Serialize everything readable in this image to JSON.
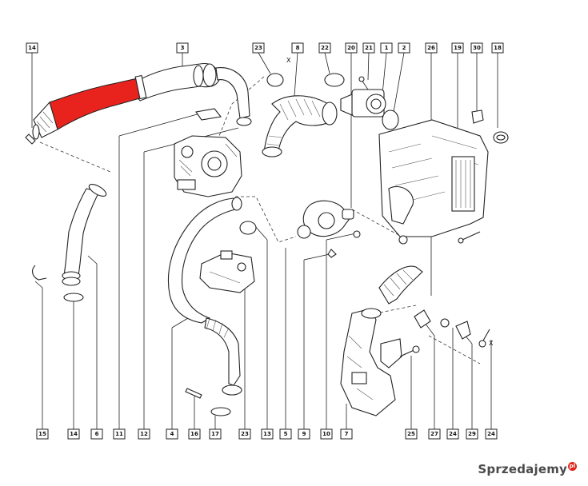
{
  "diagram": {
    "top_labels": [
      "14",
      "3",
      "23",
      "8",
      "22",
      "20",
      "21",
      "1",
      "2",
      "26",
      "19",
      "30",
      "18"
    ],
    "bottom_labels": [
      "15",
      "14",
      "6",
      "11",
      "12",
      "4",
      "16",
      "17",
      "23",
      "13",
      "5",
      "9",
      "10",
      "7",
      "25",
      "27",
      "24",
      "29",
      "24"
    ],
    "annotations": [
      "X",
      "X"
    ],
    "highlight_color": "#e8231e",
    "line_color": "#222222"
  },
  "watermark": {
    "text": "Sprzedajemy",
    "badge": "pl"
  }
}
